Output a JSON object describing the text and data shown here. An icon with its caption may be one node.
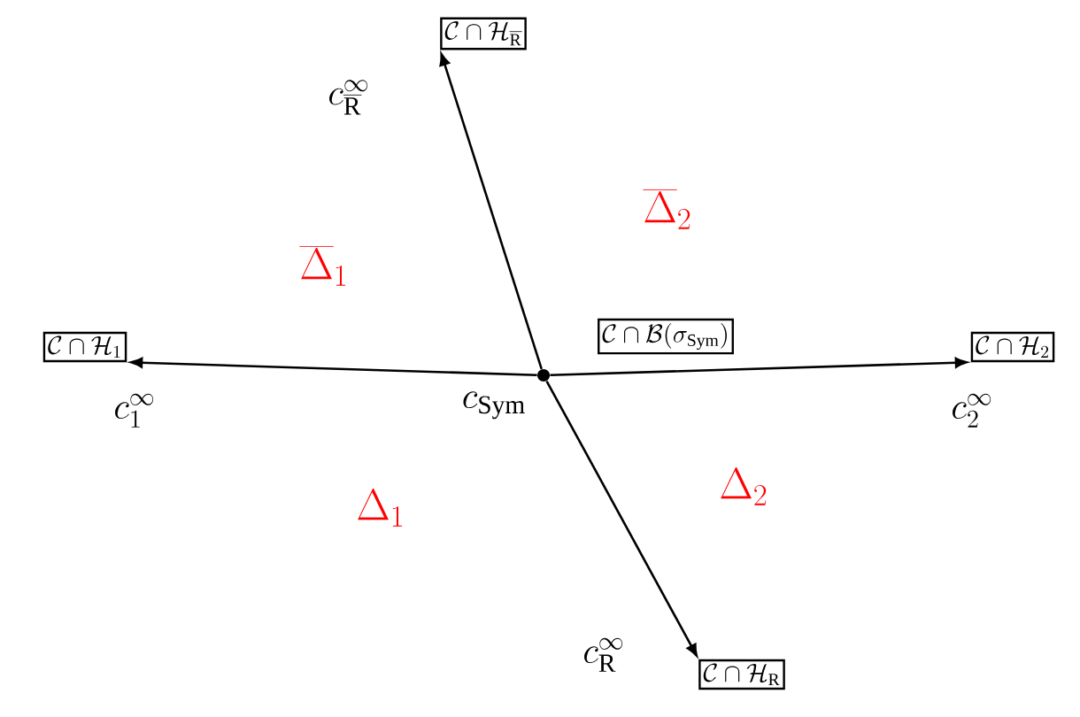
{
  "diagram": {
    "nodes": [
      {
        "text": [
          "\\mathcal{C}\\cap\\mathcal{H}_{\\overline{\\mathrm{R}}}"
        ]
      },
      {
        "text": [
          "\\mathcal{C}\\cap\\mathcal{H}_1"
        ]
      },
      {
        "text": [
          "\\mathcal{C}\\cap\\mathcal{B}(\\sigma_{\\mathrm{Sym}})"
        ]
      },
      {
        "text": [
          "\\mathcal{C}\\cap\\mathcal{H}_2"
        ]
      },
      {
        "text": [],
        "shape": "circle"
      },
      {
        "text": [
          "\\mathcal{C}\\cap\\mathcal{H}_{\\mathrm{R}}"
        ]
      }
    ],
    "edges": [
      {
        "from": 4,
        "to": 0,
        "arrow": "to"
      },
      {
        "from": 4,
        "to": 1,
        "arrow": "to"
      },
      {
        "from": 4,
        "to": 3,
        "arrow": "to"
      },
      {
        "from": 4,
        "to": 5,
        "arrow": "to"
      }
    ],
    "labels": [
      "c^{\\infty}_{\\overline{\\mathrm{R}}}",
      "\\overline{\\Delta}_2",
      "\\overline{\\Delta}_1",
      "c_{\\mathrm{Sym}}",
      "c^{\\infty}_{1}",
      "c^{\\infty}_{2}",
      "\\Delta_2",
      "\\Delta_1",
      "c^{\\infty}_{\\mathrm{R}}"
    ]
  }
}
